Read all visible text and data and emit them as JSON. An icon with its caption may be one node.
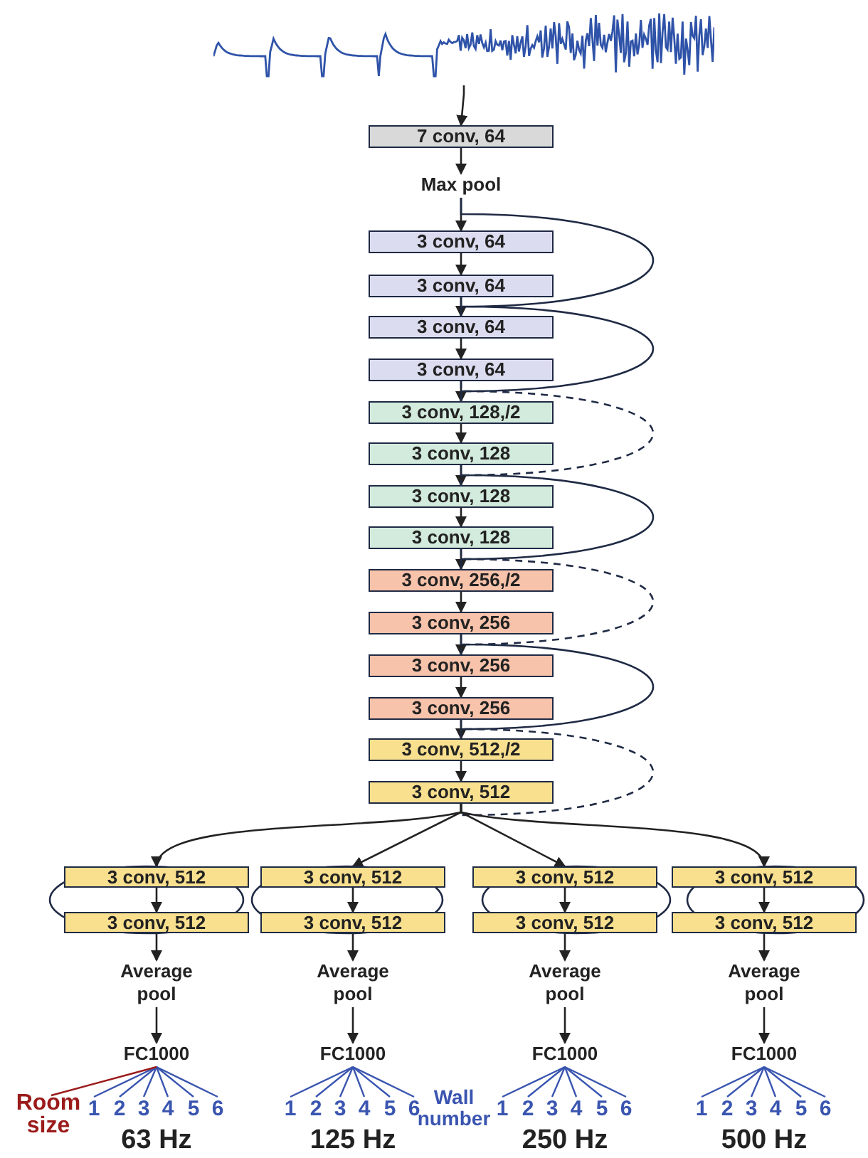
{
  "diagram": {
    "nodes": [
      {
        "text": [],
        "shape": "picture"
      },
      {
        "text": [
          "7 conv, 64"
        ]
      },
      {
        "text": [
          "Max pool"
        ]
      },
      {
        "text": [
          "3 conv, 64"
        ]
      },
      {
        "text": [
          "3 conv, 64"
        ]
      },
      {
        "text": [
          "3 conv, 64"
        ]
      },
      {
        "text": [
          "3 conv, 64"
        ]
      },
      {
        "text": [
          "3 conv, 128,/2"
        ]
      },
      {
        "text": [
          "3 conv, 128"
        ]
      },
      {
        "text": [
          "3 conv, 128"
        ]
      },
      {
        "text": [
          "3 conv, 128"
        ]
      },
      {
        "text": [
          "3 conv, 256,/2"
        ]
      },
      {
        "text": [
          "3 conv, 256"
        ]
      },
      {
        "text": [
          "3 conv, 256"
        ]
      },
      {
        "text": [
          "3 conv, 256"
        ]
      },
      {
        "text": [
          "3 conv, 512,/2"
        ]
      },
      {
        "text": [
          "3 conv, 512"
        ]
      },
      {
        "text": [
          "3 conv, 512"
        ]
      },
      {
        "text": [
          "3 conv, 512"
        ]
      },
      {
        "text": [
          "Average pool"
        ]
      },
      {
        "text": [
          "FC1000"
        ]
      },
      {
        "text": [
          "1"
        ]
      },
      {
        "text": [
          "2"
        ]
      },
      {
        "text": [
          "3"
        ]
      },
      {
        "text": [
          "4"
        ]
      },
      {
        "text": [
          "5"
        ]
      },
      {
        "text": [
          "6"
        ]
      },
      {
        "text": [
          "3 conv, 512"
        ]
      },
      {
        "text": [
          "3 conv, 512"
        ]
      },
      {
        "text": [
          "Average pool"
        ]
      },
      {
        "text": [
          "FC1000"
        ]
      },
      {
        "text": [
          "1"
        ]
      },
      {
        "text": [
          "2"
        ]
      },
      {
        "text": [
          "3"
        ]
      },
      {
        "text": [
          "4"
        ]
      },
      {
        "text": [
          "5"
        ]
      },
      {
        "text": [
          "6"
        ]
      },
      {
        "text": [
          "3 conv, 512"
        ]
      },
      {
        "text": [
          "3 conv, 512"
        ]
      },
      {
        "text": [
          "Average pool"
        ]
      },
      {
        "text": [
          "FC1000"
        ]
      },
      {
        "text": [
          "1"
        ]
      },
      {
        "text": [
          "2"
        ]
      },
      {
        "text": [
          "3"
        ]
      },
      {
        "text": [
          "4"
        ]
      },
      {
        "text": [
          "5"
        ]
      },
      {
        "text": [
          "6"
        ]
      },
      {
        "text": [
          "3 conv, 512"
        ]
      },
      {
        "text": [
          "3 conv, 512"
        ]
      },
      {
        "text": [
          "Average pool"
        ]
      },
      {
        "text": [
          "FC1000"
        ]
      },
      {
        "text": [
          "1"
        ]
      },
      {
        "text": [
          "2"
        ]
      },
      {
        "text": [
          "3"
        ]
      },
      {
        "text": [
          "4"
        ]
      },
      {
        "text": [
          "5"
        ]
      },
      {
        "text": [
          "6"
        ]
      },
      {
        "text": [
          "Room size"
        ]
      }
    ],
    "edges": [
      {
        "from": 0,
        "to": 1,
        "arrow": "to"
      },
      {
        "from": 1,
        "to": 2,
        "arrow": "to"
      },
      {
        "from": 2,
        "to": 3,
        "arrow": "to"
      },
      {
        "from": 3,
        "to": 4,
        "arrow": "to"
      },
      {
        "from": 4,
        "to": 5,
        "arrow": "to"
      },
      {
        "from": 5,
        "to": 6,
        "arrow": "to"
      },
      {
        "from": 6,
        "to": 7,
        "arrow": "to"
      },
      {
        "from": 7,
        "to": 8,
        "arrow": "to"
      },
      {
        "from": 8,
        "to": 9,
        "arrow": "to"
      },
      {
        "from": 9,
        "to": 10,
        "arrow": "to"
      },
      {
        "from": 10,
        "to": 11,
        "arrow": "to"
      },
      {
        "from": 11,
        "to": 12,
        "arrow": "to"
      },
      {
        "from": 12,
        "to": 13,
        "arrow": "to"
      },
      {
        "from": 13,
        "to": 14,
        "arrow": "to"
      },
      {
        "from": 14,
        "to": 15,
        "arrow": "to"
      },
      {
        "from": 15,
        "to": 16,
        "arrow": "to"
      },
      {
        "from": 2,
        "to": 5,
        "arrow": "none"
      },
      {
        "from": 4,
        "to": 7,
        "arrow": "none"
      },
      {
        "from": 6,
        "to": 9,
        "arrow": "none",
        "style": "dashed"
      },
      {
        "from": 8,
        "to": 11,
        "arrow": "none"
      },
      {
        "from": 10,
        "to": 13,
        "arrow": "none",
        "style": "dashed"
      },
      {
        "from": 12,
        "to": 15,
        "arrow": "none"
      },
      {
        "from": 14,
        "to": 16,
        "arrow": "none",
        "style": "dashed"
      },
      {
        "from": 16,
        "to": 17,
        "arrow": "to"
      },
      {
        "from": 16,
        "to": 27,
        "arrow": "to"
      },
      {
        "from": 16,
        "to": 37,
        "arrow": "to"
      },
      {
        "from": 16,
        "to": 47,
        "arrow": "to"
      },
      {
        "from": 17,
        "to": 18,
        "arrow": "to"
      },
      {
        "from": 18,
        "to": 19,
        "arrow": "to"
      },
      {
        "from": 19,
        "to": 20,
        "arrow": "to"
      },
      {
        "from": 17,
        "to": 18,
        "arrow": "none"
      },
      {
        "from": 20,
        "to": 21,
        "arrow": "none",
        "color": "#3a55b0"
      },
      {
        "from": 20,
        "to": 22,
        "arrow": "none",
        "color": "#3a55b0"
      },
      {
        "from": 20,
        "to": 23,
        "arrow": "none",
        "color": "#3a55b0"
      },
      {
        "from": 20,
        "to": 24,
        "arrow": "none",
        "color": "#3a55b0"
      },
      {
        "from": 20,
        "to": 25,
        "arrow": "none",
        "color": "#3a55b0"
      },
      {
        "from": 20,
        "to": 26,
        "arrow": "none",
        "color": "#3a55b0"
      },
      {
        "from": 27,
        "to": 28,
        "arrow": "to"
      },
      {
        "from": 28,
        "to": 29,
        "arrow": "to"
      },
      {
        "from": 29,
        "to": 30,
        "arrow": "to"
      },
      {
        "from": 27,
        "to": 28,
        "arrow": "none"
      },
      {
        "from": 30,
        "to": 31,
        "arrow": "none",
        "color": "#3a55b0"
      },
      {
        "from": 30,
        "to": 32,
        "arrow": "none",
        "color": "#3a55b0"
      },
      {
        "from": 30,
        "to": 33,
        "arrow": "none",
        "color": "#3a55b0"
      },
      {
        "from": 30,
        "to": 34,
        "arrow": "none",
        "color": "#3a55b0"
      },
      {
        "from": 30,
        "to": 35,
        "arrow": "none",
        "color": "#3a55b0"
      },
      {
        "from": 30,
        "to": 36,
        "arrow": "none",
        "color": "#3a55b0"
      },
      {
        "from": 37,
        "to": 38,
        "arrow": "to"
      },
      {
        "from": 38,
        "to": 39,
        "arrow": "to"
      },
      {
        "from": 39,
        "to": 40,
        "arrow": "to"
      },
      {
        "from": 37,
        "to": 38,
        "arrow": "none"
      },
      {
        "from": 40,
        "to": 41,
        "arrow": "none",
        "color": "#3a55b0"
      },
      {
        "from": 40,
        "to": 42,
        "arrow": "none",
        "color": "#3a55b0"
      },
      {
        "from": 40,
        "to": 43,
        "arrow": "none",
        "color": "#3a55b0"
      },
      {
        "from": 40,
        "to": 44,
        "arrow": "none",
        "color": "#3a55b0"
      },
      {
        "from": 40,
        "to": 45,
        "arrow": "none",
        "color": "#3a55b0"
      },
      {
        "from": 40,
        "to": 46,
        "arrow": "none",
        "color": "#3a55b0"
      },
      {
        "from": 47,
        "to": 48,
        "arrow": "to"
      },
      {
        "from": 48,
        "to": 49,
        "arrow": "to"
      },
      {
        "from": 49,
        "to": 50,
        "arrow": "to"
      },
      {
        "from": 47,
        "to": 48,
        "arrow": "none"
      },
      {
        "from": 50,
        "to": 51,
        "arrow": "none",
        "color": "#3a55b0"
      },
      {
        "from": 50,
        "to": 52,
        "arrow": "none",
        "color": "#3a55b0"
      },
      {
        "from": 50,
        "to": 53,
        "arrow": "none",
        "color": "#3a55b0"
      },
      {
        "from": 50,
        "to": 54,
        "arrow": "none",
        "color": "#3a55b0"
      },
      {
        "from": 50,
        "to": 55,
        "arrow": "none",
        "color": "#3a55b0"
      },
      {
        "from": 50,
        "to": 56,
        "arrow": "none",
        "color": "#3a55b0"
      },
      {
        "from": 57,
        "to": 20,
        "arrow": "none",
        "color": "#9b1b1b"
      }
    ],
    "labels": [
      "Wall number",
      "63 Hz",
      "125 Hz",
      "250 Hz",
      "500 Hz"
    ]
  }
}
